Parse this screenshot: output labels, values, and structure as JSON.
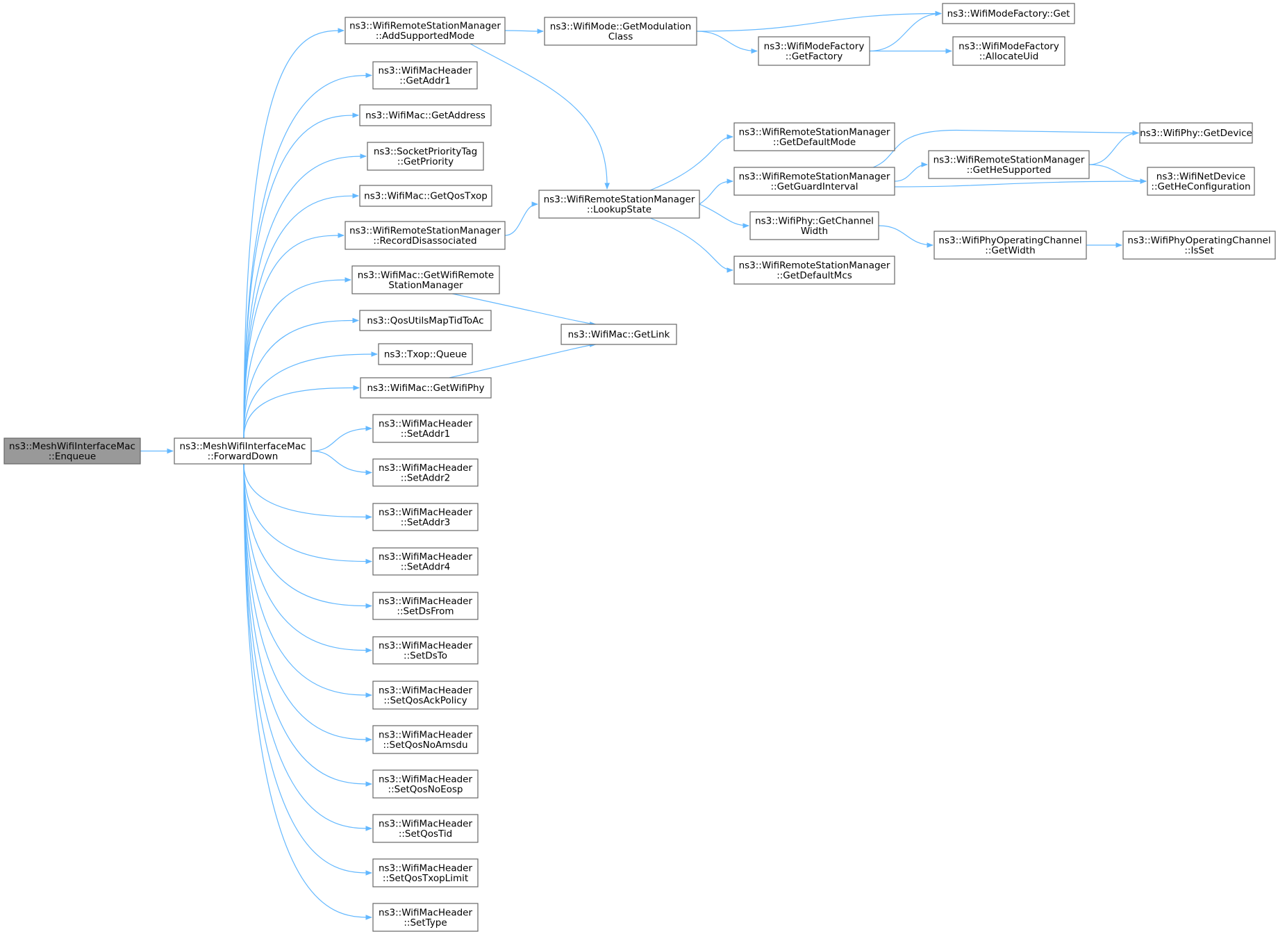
{
  "diagram": {
    "type": "call-graph",
    "colors": {
      "edge": "#63b8ff",
      "node_border": "#666666",
      "root_fill": "#999999",
      "node_fill": "#ffffff"
    },
    "nodes": [
      {
        "id": "enqueue",
        "lines": [
          "ns3::MeshWifiInterfaceMac",
          "::Enqueue"
        ],
        "root": true
      },
      {
        "id": "forwarddown",
        "lines": [
          "ns3::MeshWifiInterfaceMac",
          "::ForwardDown"
        ]
      },
      {
        "id": "addsupportedmode",
        "lines": [
          "ns3::WifiRemoteStationManager",
          "::AddSupportedMode"
        ]
      },
      {
        "id": "getaddr1",
        "lines": [
          "ns3::WifiMacHeader",
          "::GetAddr1"
        ]
      },
      {
        "id": "getaddress",
        "lines": [
          "ns3::WifiMac::GetAddress"
        ]
      },
      {
        "id": "getpriority",
        "lines": [
          "ns3::SocketPriorityTag",
          "::GetPriority"
        ]
      },
      {
        "id": "getqostxop",
        "lines": [
          "ns3::WifiMac::GetQosTxop"
        ]
      },
      {
        "id": "recorddisassociated",
        "lines": [
          "ns3::WifiRemoteStationManager",
          "::RecordDisassociated"
        ]
      },
      {
        "id": "getwifiremotestationmanager",
        "lines": [
          "ns3::WifiMac::GetWifiRemote",
          "StationManager"
        ]
      },
      {
        "id": "qosutilsmaptidtoac",
        "lines": [
          "ns3::QosUtilsMapTidToAc"
        ]
      },
      {
        "id": "txopqueue",
        "lines": [
          "ns3::Txop::Queue"
        ]
      },
      {
        "id": "getwifiphy",
        "lines": [
          "ns3::WifiMac::GetWifiPhy"
        ]
      },
      {
        "id": "setaddr1",
        "lines": [
          "ns3::WifiMacHeader",
          "::SetAddr1"
        ]
      },
      {
        "id": "setaddr2",
        "lines": [
          "ns3::WifiMacHeader",
          "::SetAddr2"
        ]
      },
      {
        "id": "setaddr3",
        "lines": [
          "ns3::WifiMacHeader",
          "::SetAddr3"
        ]
      },
      {
        "id": "setaddr4",
        "lines": [
          "ns3::WifiMacHeader",
          "::SetAddr4"
        ]
      },
      {
        "id": "setdsfrom",
        "lines": [
          "ns3::WifiMacHeader",
          "::SetDsFrom"
        ]
      },
      {
        "id": "setdsto",
        "lines": [
          "ns3::WifiMacHeader",
          "::SetDsTo"
        ]
      },
      {
        "id": "setqosackpolicy",
        "lines": [
          "ns3::WifiMacHeader",
          "::SetQosAckPolicy"
        ]
      },
      {
        "id": "setqosnoamsdu",
        "lines": [
          "ns3::WifiMacHeader",
          "::SetQosNoAmsdu"
        ]
      },
      {
        "id": "setqosnoeosp",
        "lines": [
          "ns3::WifiMacHeader",
          "::SetQosNoEosp"
        ]
      },
      {
        "id": "setqostid",
        "lines": [
          "ns3::WifiMacHeader",
          "::SetQosTid"
        ]
      },
      {
        "id": "setqostxoplimit",
        "lines": [
          "ns3::WifiMacHeader",
          "::SetQosTxopLimit"
        ]
      },
      {
        "id": "settype",
        "lines": [
          "ns3::WifiMacHeader",
          "::SetType"
        ]
      },
      {
        "id": "getmodulationclass",
        "lines": [
          "ns3::WifiMode::GetModulation",
          "Class"
        ]
      },
      {
        "id": "lookupstate",
        "lines": [
          "ns3::WifiRemoteStationManager",
          "::LookupState"
        ]
      },
      {
        "id": "getlink",
        "lines": [
          "ns3::WifiMac::GetLink"
        ]
      },
      {
        "id": "modefactoryget",
        "lines": [
          "ns3::WifiModeFactory::Get"
        ]
      },
      {
        "id": "getfactory",
        "lines": [
          "ns3::WifiModeFactory",
          "::GetFactory"
        ]
      },
      {
        "id": "allocateuid",
        "lines": [
          "ns3::WifiModeFactory",
          "::AllocateUid"
        ]
      },
      {
        "id": "getdefaultmode",
        "lines": [
          "ns3::WifiRemoteStationManager",
          "::GetDefaultMode"
        ]
      },
      {
        "id": "getguardinterval",
        "lines": [
          "ns3::WifiRemoteStationManager",
          "::GetGuardInterval"
        ]
      },
      {
        "id": "getchannelwidth",
        "lines": [
          "ns3::WifiPhy::GetChannel",
          "Width"
        ]
      },
      {
        "id": "getdefaultmcs",
        "lines": [
          "ns3::WifiRemoteStationManager",
          "::GetDefaultMcs"
        ]
      },
      {
        "id": "gethesupported",
        "lines": [
          "ns3::WifiRemoteStationManager",
          "::GetHeSupported"
        ]
      },
      {
        "id": "getdevice",
        "lines": [
          "ns3::WifiPhy::GetDevice"
        ]
      },
      {
        "id": "gethecfg",
        "lines": [
          "ns3::WifiNetDevice",
          "::GetHeConfiguration"
        ]
      },
      {
        "id": "opchgetwidth",
        "lines": [
          "ns3::WifiPhyOperatingChannel",
          "::GetWidth"
        ]
      },
      {
        "id": "isset",
        "lines": [
          "ns3::WifiPhyOperatingChannel",
          "::IsSet"
        ]
      }
    ],
    "edges": [
      [
        "enqueue",
        "forwarddown"
      ],
      [
        "forwarddown",
        "addsupportedmode"
      ],
      [
        "forwarddown",
        "getaddr1"
      ],
      [
        "forwarddown",
        "getaddress"
      ],
      [
        "forwarddown",
        "getpriority"
      ],
      [
        "forwarddown",
        "getqostxop"
      ],
      [
        "forwarddown",
        "recorddisassociated"
      ],
      [
        "forwarddown",
        "getwifiremotestationmanager"
      ],
      [
        "forwarddown",
        "qosutilsmaptidtoac"
      ],
      [
        "forwarddown",
        "txopqueue"
      ],
      [
        "forwarddown",
        "getwifiphy"
      ],
      [
        "forwarddown",
        "setaddr1"
      ],
      [
        "forwarddown",
        "setaddr2"
      ],
      [
        "forwarddown",
        "setaddr3"
      ],
      [
        "forwarddown",
        "setaddr4"
      ],
      [
        "forwarddown",
        "setdsfrom"
      ],
      [
        "forwarddown",
        "setdsto"
      ],
      [
        "forwarddown",
        "setqosackpolicy"
      ],
      [
        "forwarddown",
        "setqosnoamsdu"
      ],
      [
        "forwarddown",
        "setqosnoeosp"
      ],
      [
        "forwarddown",
        "setqostid"
      ],
      [
        "forwarddown",
        "setqostxoplimit"
      ],
      [
        "forwarddown",
        "settype"
      ],
      [
        "addsupportedmode",
        "getmodulationclass"
      ],
      [
        "addsupportedmode",
        "lookupstate"
      ],
      [
        "recorddisassociated",
        "lookupstate"
      ],
      [
        "getwifiremotestationmanager",
        "getlink"
      ],
      [
        "getwifiphy",
        "getlink"
      ],
      [
        "getmodulationclass",
        "modefactoryget"
      ],
      [
        "getmodulationclass",
        "getfactory"
      ],
      [
        "getfactory",
        "modefactoryget"
      ],
      [
        "getfactory",
        "allocateuid"
      ],
      [
        "lookupstate",
        "getdefaultmode"
      ],
      [
        "lookupstate",
        "getguardinterval"
      ],
      [
        "lookupstate",
        "getchannelwidth"
      ],
      [
        "lookupstate",
        "getdefaultmcs"
      ],
      [
        "getguardinterval",
        "getdevice"
      ],
      [
        "getguardinterval",
        "gethesupported"
      ],
      [
        "getguardinterval",
        "gethecfg"
      ],
      [
        "gethesupported",
        "getdevice"
      ],
      [
        "gethesupported",
        "gethecfg"
      ],
      [
        "getchannelwidth",
        "opchgetwidth"
      ],
      [
        "opchgetwidth",
        "isset"
      ]
    ]
  }
}
